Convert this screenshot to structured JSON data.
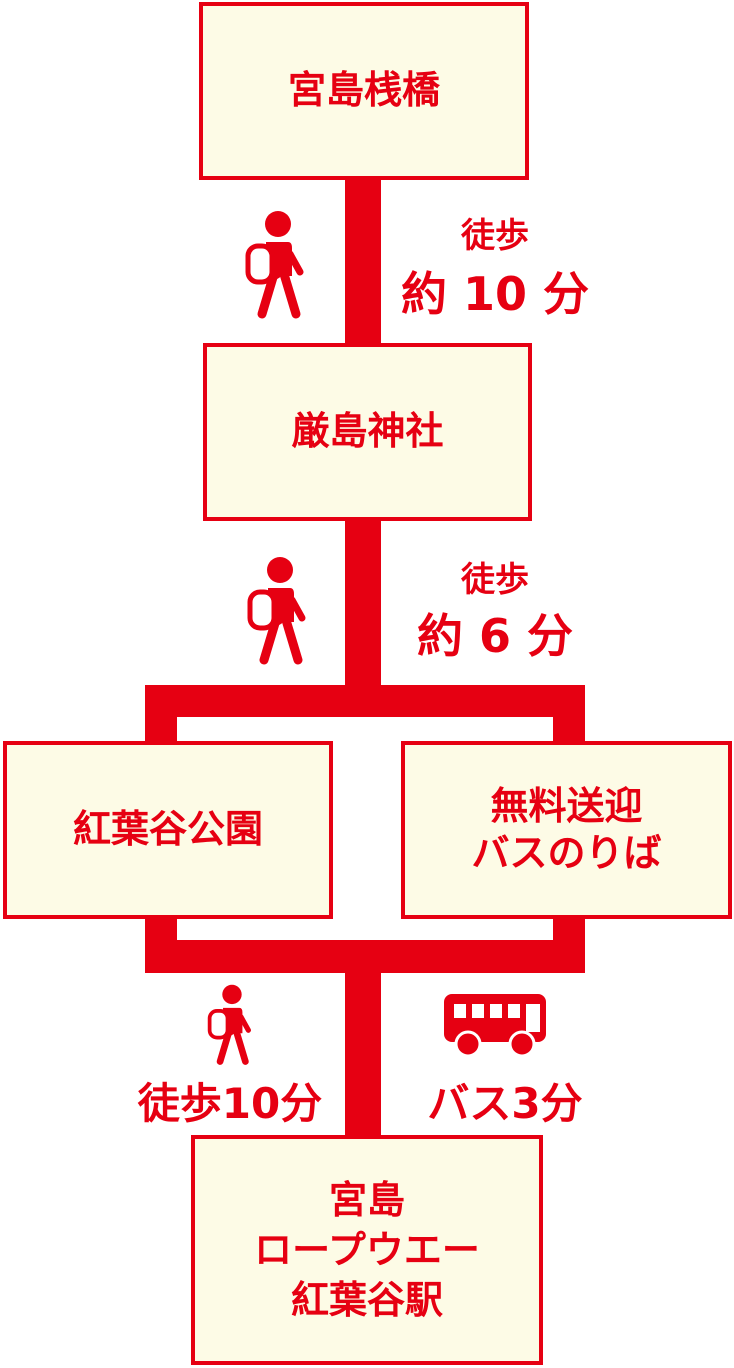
{
  "colors": {
    "accent": "#e60012",
    "box_fill": "#fdfbe6",
    "background": "#ffffff"
  },
  "stations": {
    "pier": "宮島桟橋",
    "shrine": "厳島神社",
    "park": "紅葉谷公園",
    "shuttle": [
      "無料送迎",
      "バスのりば"
    ],
    "ropeway": [
      "宮島",
      "ロープウエー",
      "紅葉谷駅"
    ]
  },
  "legs": {
    "leg1": {
      "mode": "徒歩",
      "time": "約 10 分",
      "icon": "walking-person-icon"
    },
    "leg2": {
      "mode": "徒歩",
      "time": "約 6 分",
      "icon": "walking-person-icon"
    },
    "leg3_walk": {
      "text": "徒歩10分",
      "icon": "walking-person-icon"
    },
    "leg3_bus": {
      "text": "バス3分",
      "icon": "bus-icon"
    }
  }
}
